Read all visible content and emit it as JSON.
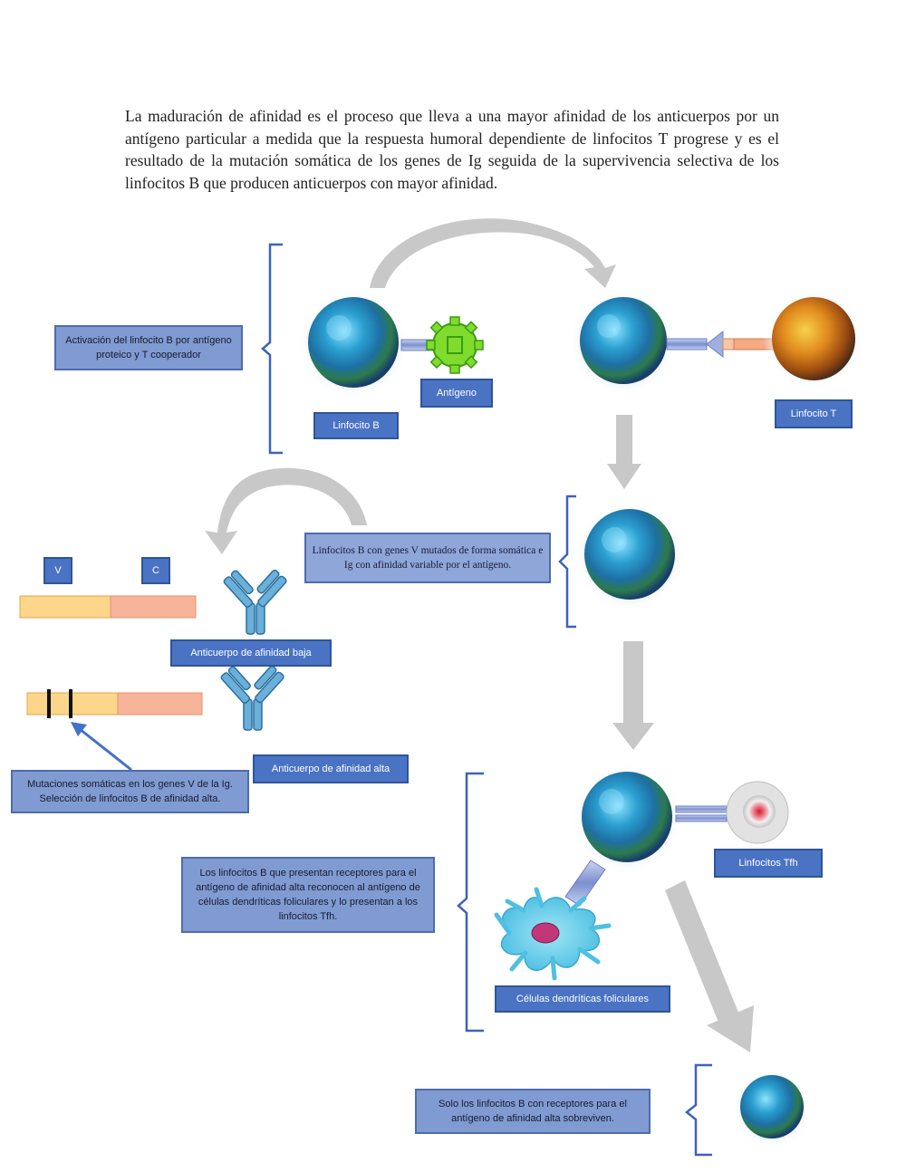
{
  "intro_text": "La maduración de afinidad es el proceso que lleva a una mayor afinidad de los anticuerpos por un antígeno particular a medida que la respuesta humoral dependiente de linfocitos T progrese y es el resultado de la mutación somática de los genes de Ig seguida de la supervivencia selectiva de los linfocitos B que producen anticuerpos con mayor afinidad.",
  "labels": {
    "activation": "Activación del linfocito B por antígeno proteico y T cooperador",
    "antigen": "Antígeno",
    "b_cell": "Linfocito B",
    "t_cell": "Linfocito T",
    "mutated": "Linfocitos B con genes V mutados de forma somática e Ig con afinidad variable por el antígeno.",
    "gene_v": "V",
    "gene_c": "C",
    "low_affinity": "Anticuerpo de afinidad baja",
    "high_affinity": "Anticuerpo de afinidad alta",
    "somatic_mutations": "Mutaciones somáticas en los genes V de la Ig. Selección de linfocitos B de afinidad alta.",
    "presentation": "Los linfocitos B que presentan receptores para el antígeno de afinidad alta reconocen al antígeno de células dendríticas foliculares y lo presentan a los linfocitos Tfh.",
    "tfh": "Linfocitos Tfh",
    "dendritic": "Células dendríticas foliculares",
    "survive": "Solo los linfocitos B con receptores para el antígeno de afinidad alta sobreviven."
  },
  "colors": {
    "box_fill": "#7f9bd2",
    "box_border": "#2f5597",
    "bracket": "#3b64b8",
    "arrow_gray": "#c8c8c8",
    "gene_v_segment": "#fcd68a",
    "gene_c_segment": "#f6b49a"
  }
}
